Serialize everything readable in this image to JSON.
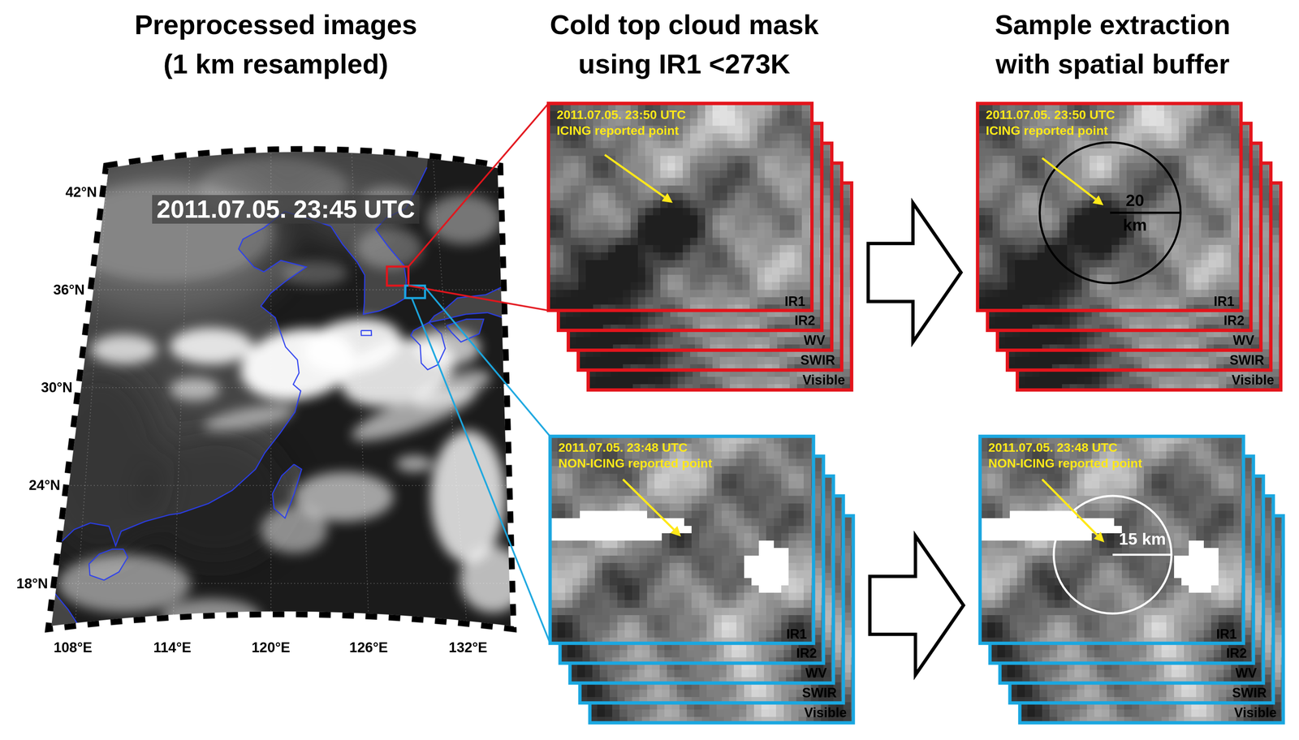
{
  "diagram": {
    "nodes": [
      {
        "text": [
          "2011.07.05. 23:50 UTC",
          "ICING reported point",
          "IR1",
          "IR2",
          "WV",
          "SWIR",
          "Visible"
        ]
      },
      {
        "text": [
          "2011.07.05. 23:50 UTC",
          "ICING reported point",
          "20 km",
          "IR1",
          "IR2",
          "WV",
          "SWIR",
          "Visible"
        ]
      },
      {
        "text": [
          "2011.07.05. 23:48 UTC",
          "NON-ICING reported point",
          "IR1",
          "IR2",
          "WV",
          "SWIR",
          "Visible"
        ]
      },
      {
        "text": [
          "2011.07.05. 23:48 UTC",
          "NON-ICING reported point",
          "15 km",
          "IR1",
          "IR2",
          "WV",
          "SWIR",
          "Visible"
        ]
      }
    ],
    "edges": [
      {
        "from": 0,
        "to": 1,
        "arrow": "to"
      },
      {
        "from": 2,
        "to": 3,
        "arrow": "to"
      }
    ],
    "labels": [
      "Preprocessed images (1 km resampled)",
      "Cold top cloud mask using IR1 <273K",
      "Sample extraction with spatial buffer",
      "2011.07.05. 23:45 UTC",
      "42°N",
      "36°N",
      "30°N",
      "24°N",
      "18°N",
      "108°E",
      "114°E",
      "120°E",
      "126°E",
      "132°E"
    ]
  }
}
